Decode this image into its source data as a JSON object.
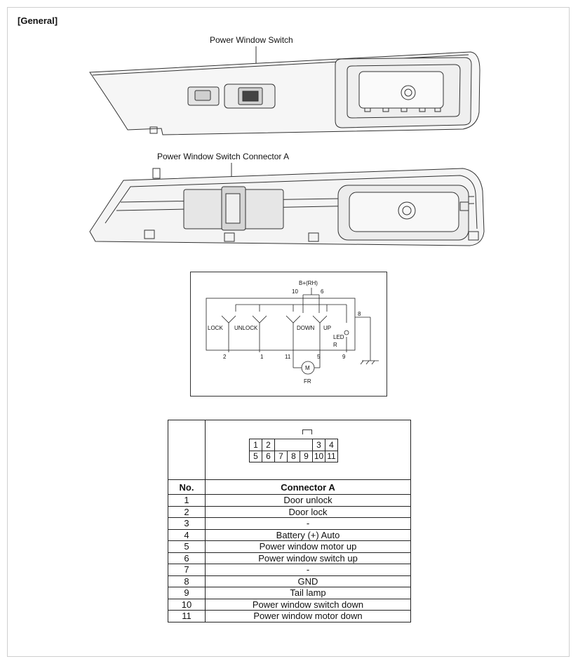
{
  "section_title": "[General]",
  "captions": {
    "switch": "Power Window Switch",
    "connector": "Power Window Switch Connector A"
  },
  "schematic": {
    "supply": "B+(RH)",
    "top_pins": [
      "10",
      "6"
    ],
    "switches": [
      "LOCK",
      "UNLOCK",
      "DOWN",
      "UP"
    ],
    "led": "LED",
    "r": "R",
    "bottom_pins": [
      "2",
      "1",
      "11",
      "5",
      "9"
    ],
    "side_pin": "8",
    "motor": "M",
    "motor_label": "FR"
  },
  "connector_grid": {
    "row1": [
      "1",
      "2",
      "",
      "",
      "",
      "3",
      "4"
    ],
    "row2": [
      "5",
      "6",
      "7",
      "8",
      "9",
      "10",
      "11"
    ]
  },
  "table": {
    "header_no": "No.",
    "header_conn": "Connector A",
    "rows": [
      {
        "no": "1",
        "desc": "Door unlock"
      },
      {
        "no": "2",
        "desc": "Door lock"
      },
      {
        "no": "3",
        "desc": "-"
      },
      {
        "no": "4",
        "desc": "Battery (+) Auto"
      },
      {
        "no": "5",
        "desc": "Power window motor up"
      },
      {
        "no": "6",
        "desc": "Power window switch up"
      },
      {
        "no": "7",
        "desc": "-"
      },
      {
        "no": "8",
        "desc": "GND"
      },
      {
        "no": "9",
        "desc": "Tail lamp"
      },
      {
        "no": "10",
        "desc": "Power window switch down"
      },
      {
        "no": "11",
        "desc": "Power window motor down"
      }
    ]
  }
}
